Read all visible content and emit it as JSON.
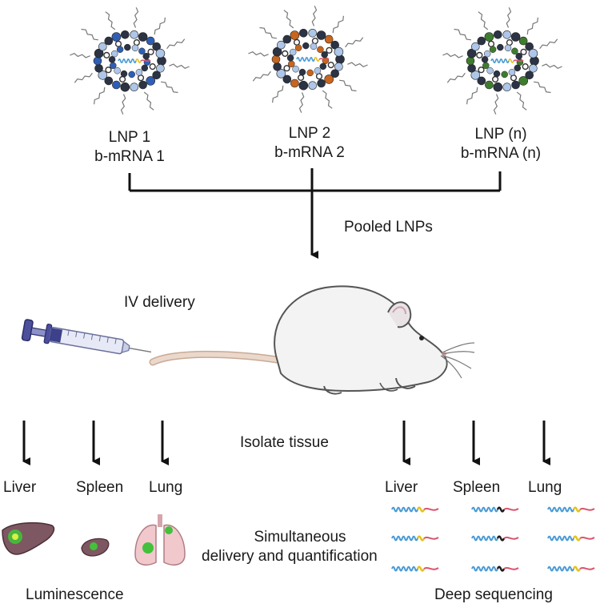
{
  "nanoparticles": [
    {
      "name": "LNP 1",
      "mrna": "b-mRNA 1",
      "accent": "#2f5fb5"
    },
    {
      "name": "LNP 2",
      "mrna": "b-mRNA 2",
      "accent": "#c8651f"
    },
    {
      "name": "LNP (n)",
      "mrna": "b-mRNA (n)",
      "accent": "#3f7d2e"
    }
  ],
  "pooled_label": "Pooled LNPs",
  "delivery_label": "IV delivery",
  "isolate_label": "Isolate tissue",
  "center_caption": {
    "line1": "Simultaneous",
    "line2": "delivery and quantification"
  },
  "left_branch": {
    "tissues": [
      "Liver",
      "Spleen",
      "Lung"
    ],
    "readout": "Luminescence"
  },
  "right_branch": {
    "tissues": [
      "Liver",
      "Spleen",
      "Lung"
    ],
    "readout": "Deep sequencing"
  },
  "colors": {
    "shell_dark": "#2b3344",
    "lipid_light": "#aec6e8",
    "organ_liver": "#7a5560",
    "organ_lung": "#f0c8cc",
    "luminescence": "#43c13a",
    "mouse_body": "#f2f2f2",
    "tail": "#e9d6c8"
  },
  "icons": [
    "lipid-nanoparticle-icon",
    "syringe-icon",
    "mouse-icon",
    "liver-icon",
    "spleen-icon",
    "lung-icon",
    "mrna-strand-icon",
    "arrow-down-icon"
  ]
}
